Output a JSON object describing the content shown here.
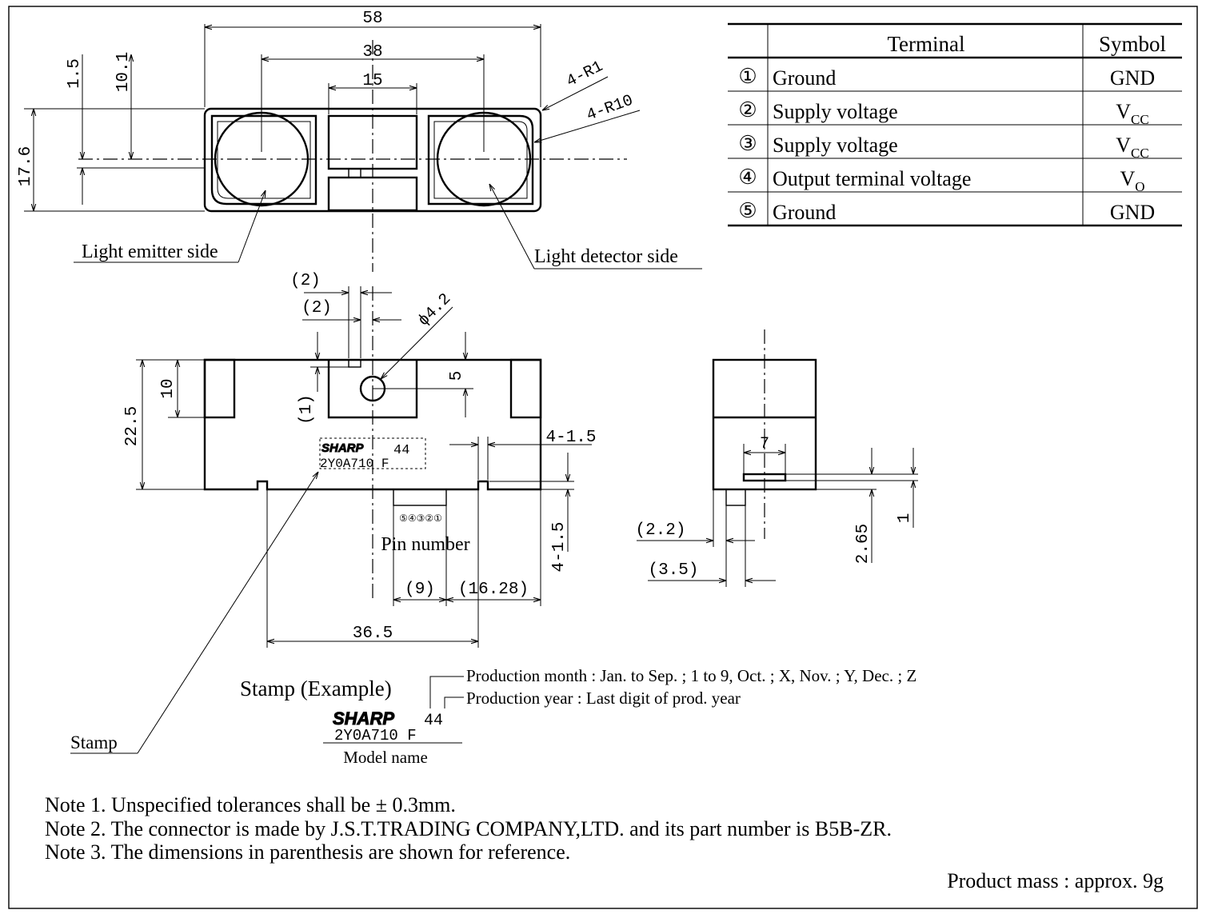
{
  "terminal_table": {
    "header_terminal": "Terminal",
    "header_symbol": "Symbol",
    "rows": [
      {
        "num": "①",
        "terminal": "Ground",
        "symbol": "GND",
        "sub": ""
      },
      {
        "num": "②",
        "terminal": "Supply voltage",
        "symbol": "V",
        "sub": "CC"
      },
      {
        "num": "③",
        "terminal": "Supply voltage",
        "symbol": "V",
        "sub": "CC"
      },
      {
        "num": "④",
        "terminal": "Output terminal voltage",
        "symbol": "V",
        "sub": "O"
      },
      {
        "num": "⑤",
        "terminal": "Ground",
        "symbol": "GND",
        "sub": ""
      }
    ]
  },
  "top_view": {
    "dim_58": "58",
    "dim_38": "38",
    "dim_15": "15",
    "dim_1_5": "1.5",
    "dim_10_1": "10.1",
    "dim_17_6": "17.6",
    "radius_r1": "4-R1",
    "radius_r10": "4-R10",
    "emitter_label": "Light emitter side",
    "detector_label": "Light detector side"
  },
  "front_view": {
    "dim_2_a": "(2)",
    "dim_2_b": "(2)",
    "dim_phi": "ϕ4.2",
    "dim_5": "5",
    "dim_10": "10",
    "dim_22_5": "22.5",
    "dim_1": "(1)",
    "dim_4_1_5_a": "4-1.5",
    "dim_4_1_5_b": "4-1.5",
    "dim_9": "(9)",
    "dim_16_28": "(16.28)",
    "dim_36_5": "36.5",
    "pin_number_label": "Pin number",
    "pin_numbers": "⑤④③②①",
    "stamp_line1_logo": "SHARP",
    "stamp_line1_code": "44",
    "stamp_line2": "2Y0A710 F"
  },
  "side_view": {
    "dim_7": "7",
    "dim_2_2": "(2.2)",
    "dim_3_5": "(3.5)",
    "dim_2_65": "2.65",
    "dim_1": "1"
  },
  "stamp_example": {
    "title": "Stamp (Example)",
    "logo": "SHARP",
    "code": "44",
    "model": "2Y0A710 F",
    "model_label": "Model name",
    "production_month": "Production month : Jan. to Sep. ; 1 to 9, Oct. ; X, Nov. ; Y, Dec. ; Z",
    "production_year": "Production year : Last digit of prod. year",
    "stamp_label": "Stamp"
  },
  "notes": [
    "Note 1. Unspecified tolerances shall be ± 0.3mm.",
    "Note 2. The connector is made by  J.S.T.TRADING COMPANY,LTD. and its part number is B5B-ZR.",
    "Note 3. The dimensions in parenthesis are shown for reference."
  ],
  "product_mass": "Product mass : approx. 9g"
}
